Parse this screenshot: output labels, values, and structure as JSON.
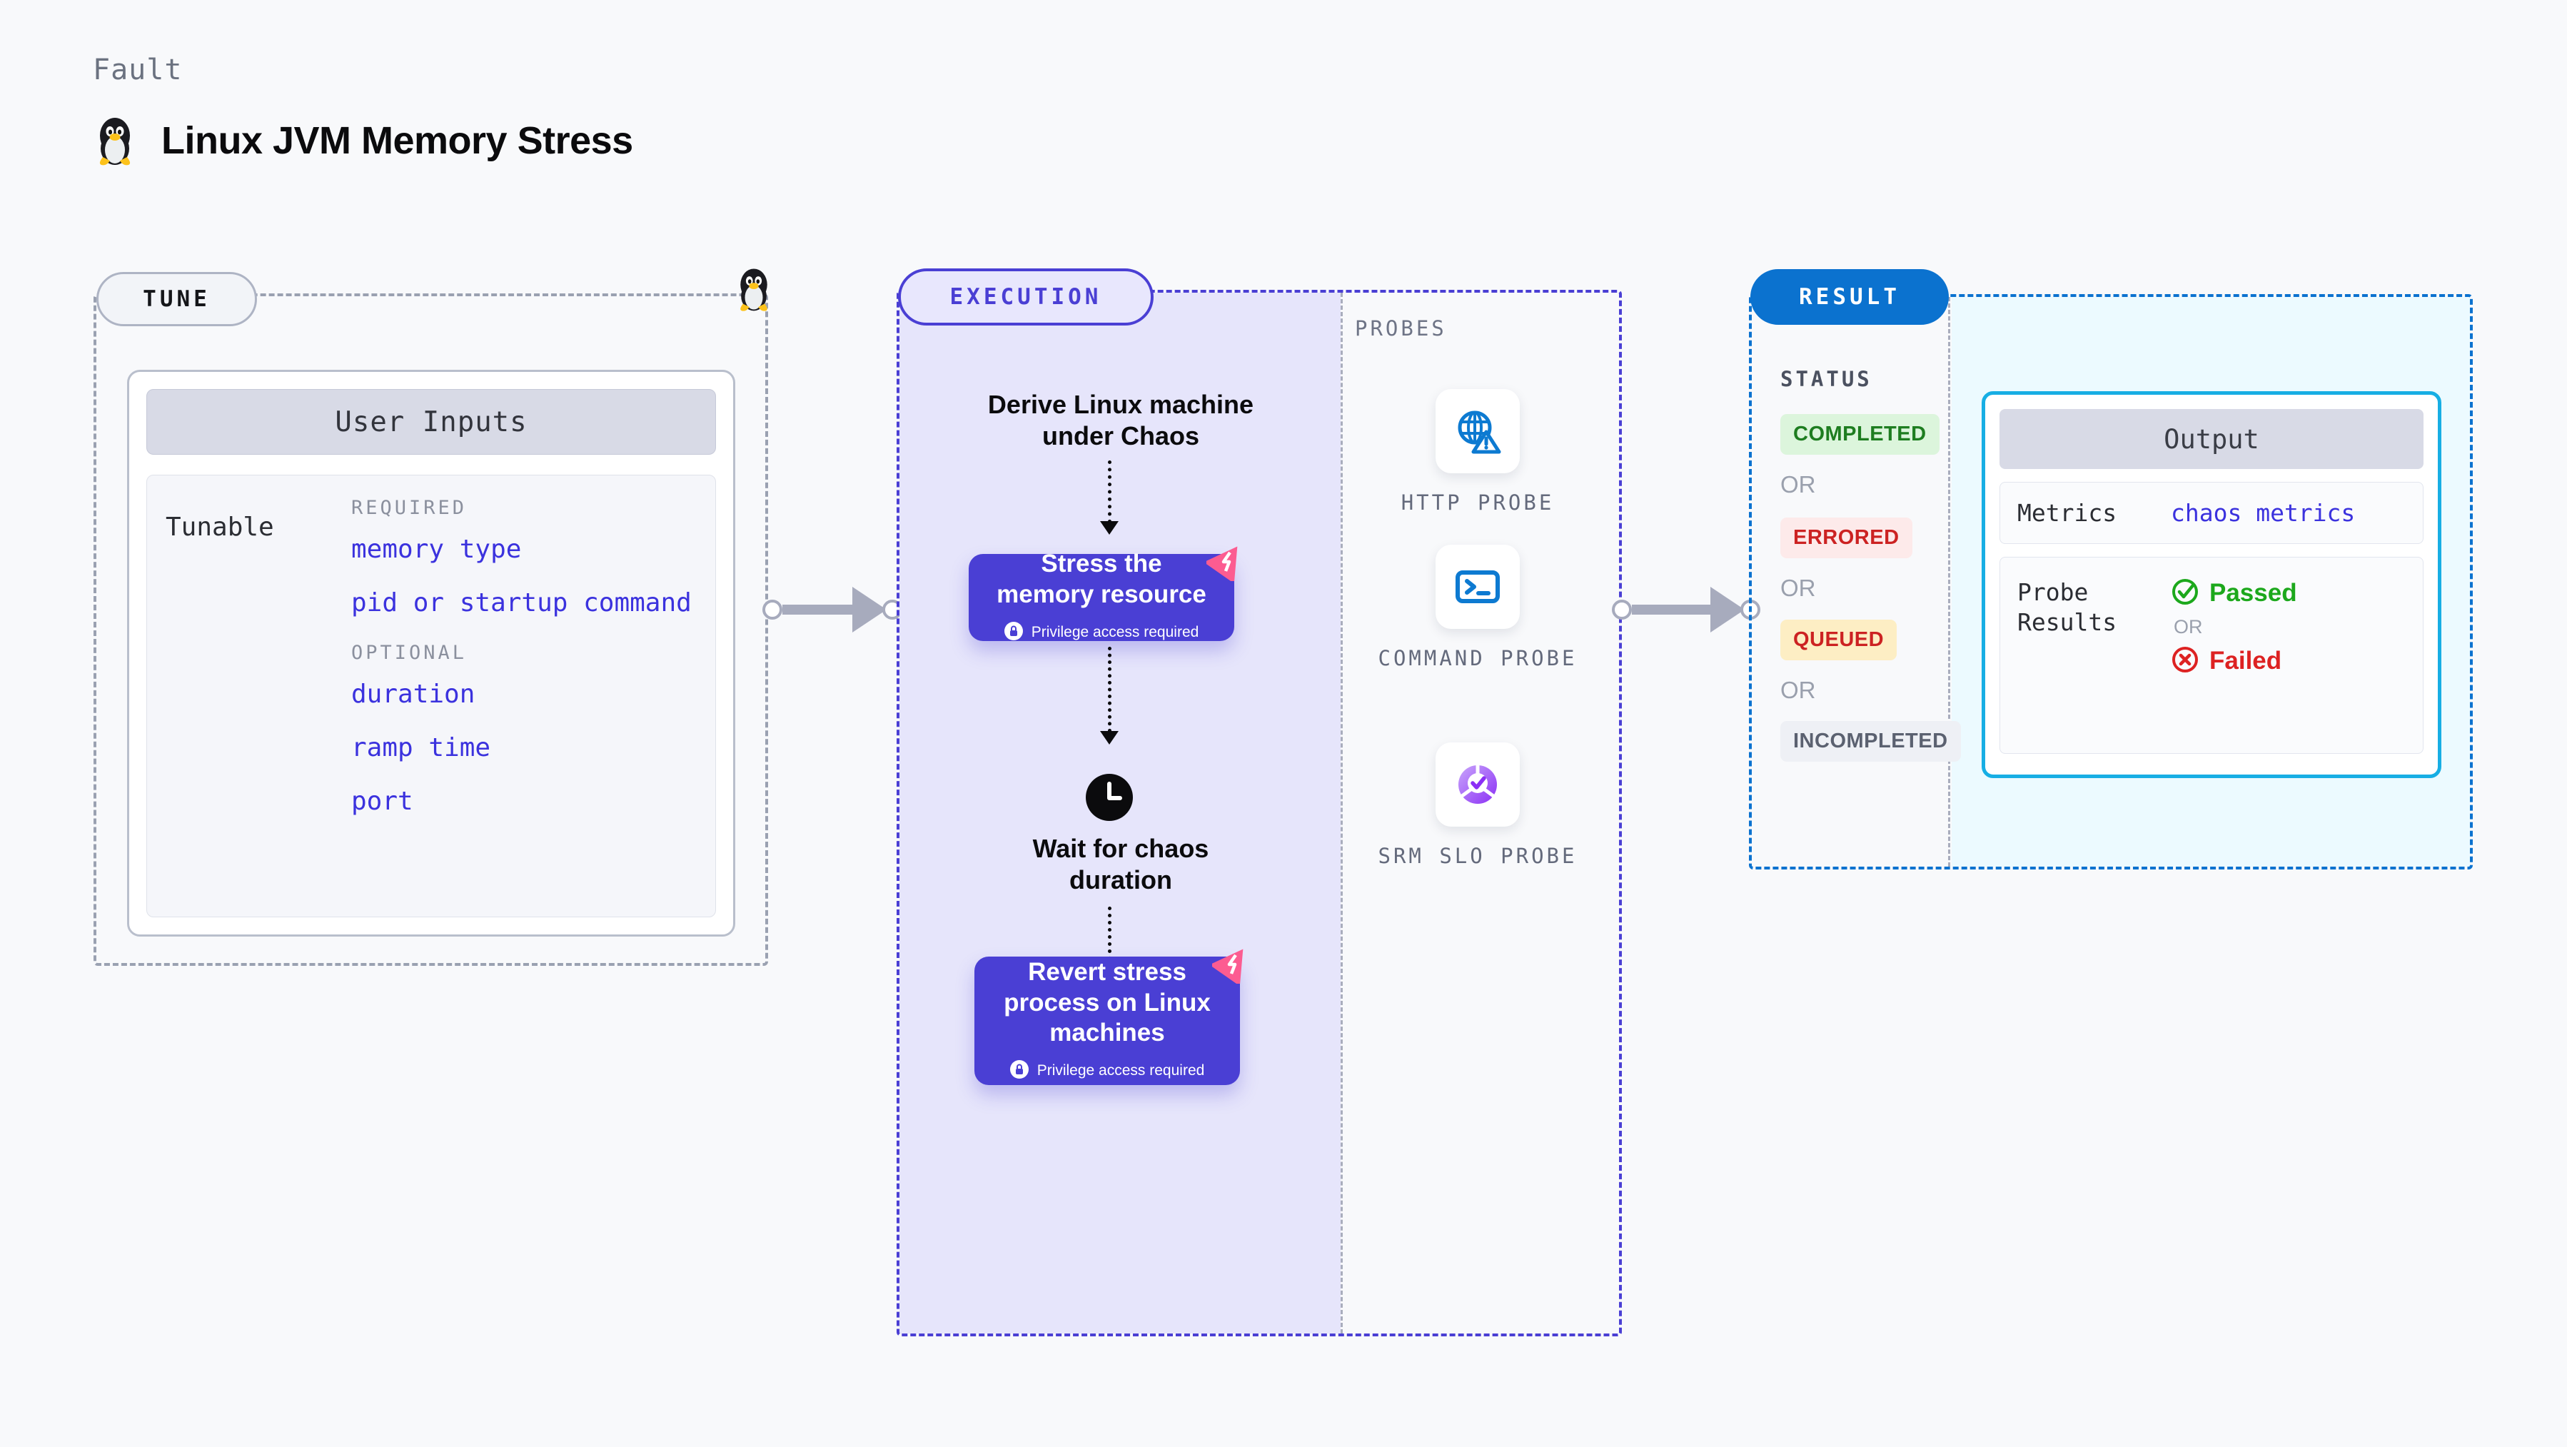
{
  "header": {
    "eyebrow": "Fault",
    "title": "Linux JVM Memory Stress",
    "icon": "tux-penguin-icon"
  },
  "tune": {
    "pill_label": "TUNE",
    "card_title": "User Inputs",
    "tunable_label": "Tunable",
    "groups": [
      {
        "title": "REQUIRED",
        "items": [
          "memory type",
          "pid or startup command"
        ]
      },
      {
        "title": "OPTIONAL",
        "items": [
          "duration",
          "ramp time",
          "port"
        ]
      }
    ]
  },
  "execution": {
    "pill_label": "EXECUTION",
    "steps": [
      {
        "kind": "text",
        "label": "Derive Linux machine\nunder Chaos"
      },
      {
        "kind": "card",
        "label": "Stress the\nmemory resource",
        "privilege": "Privilege access required"
      },
      {
        "kind": "wait",
        "label": "Wait for chaos\nduration"
      },
      {
        "kind": "card",
        "label": "Revert stress\nprocess on Linux\nmachines",
        "privilege": "Privilege access required"
      }
    ]
  },
  "probes": {
    "title": "PROBES",
    "items": [
      {
        "label": "HTTP PROBE",
        "icon": "globe-warning-icon"
      },
      {
        "label": "COMMAND PROBE",
        "icon": "terminal-icon"
      },
      {
        "label": "SRM SLO PROBE",
        "icon": "slo-donut-check-icon"
      }
    ]
  },
  "result": {
    "pill_label": "RESULT",
    "status_title": "STATUS",
    "or_label": "OR",
    "statuses": [
      {
        "label": "COMPLETED",
        "bg": "#dcf5dc",
        "fg": "#1e7d20"
      },
      {
        "label": "ERRORED",
        "bg": "#fdeaea",
        "fg": "#cc2222"
      },
      {
        "label": "QUEUED",
        "bg": "#fdeec4",
        "fg": "#cc2222"
      },
      {
        "label": "INCOMPLETED",
        "bg": "#eef0f5",
        "fg": "#5b6170"
      }
    ],
    "output": {
      "title": "Output",
      "metrics_key": "Metrics",
      "metrics_value": "chaos metrics",
      "probe_results_key": "Probe\nResults",
      "passed": "Passed",
      "failed": "Failed",
      "or_label": "OR"
    }
  },
  "colors": {
    "purple": "#4a3fd4",
    "purple_fill": "#e6e5fb",
    "blue": "#0b72cf",
    "cyan": "#17aee4",
    "cyan_fill": "#ecfaff",
    "pink": "#fc5c91",
    "gray_dash": "#9aa1b1",
    "connector": "#a7abbd"
  }
}
